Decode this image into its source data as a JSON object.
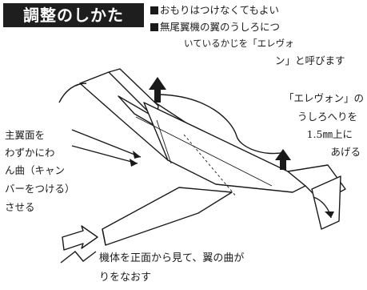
{
  "title": "調整のしかた",
  "notes": {
    "note1": "おもりはつけなくてもよい",
    "note2_line1": "無尾翼機の翼のうしろにつ",
    "note2_line2": "いているかじを「エレヴォ",
    "note2_line3": "ン」と呼びます"
  },
  "elevon_label": {
    "line1": "「エレヴォン」の",
    "line2": "うしろへりを",
    "line3": "1.5㎜上に",
    "line4": "あげる"
  },
  "camber_label": {
    "line1": "主翼面を",
    "line2": "わずかにわ",
    "line3": "ん曲（キャン",
    "line4": "バーをつける）",
    "line5": "させる"
  },
  "front_label": {
    "line1": "機体を正面から見て、翼の曲が",
    "line2": "りをなおす"
  }
}
